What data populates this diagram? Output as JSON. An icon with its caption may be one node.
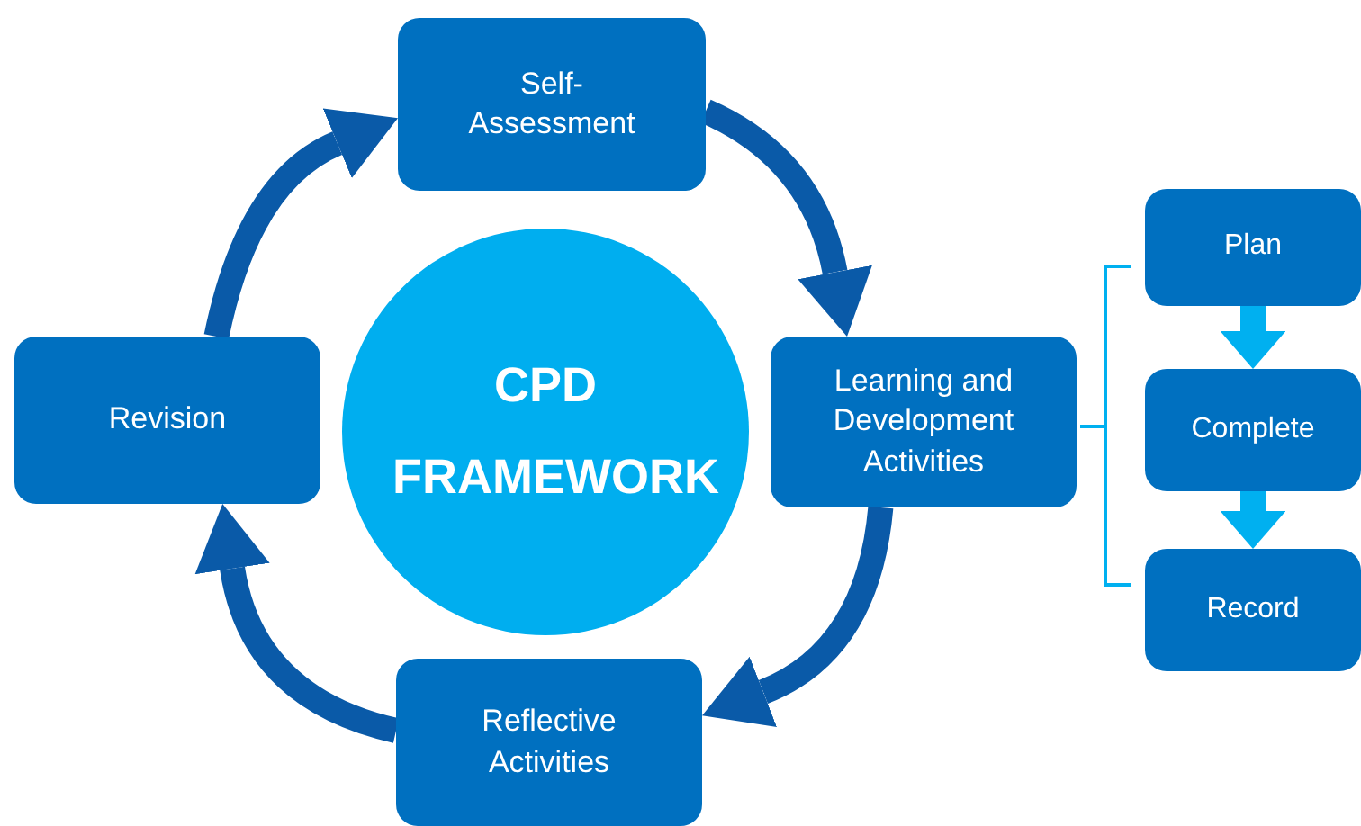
{
  "diagram": {
    "nodes": [
      {
        "text": [
          "CPD FRAMEWORK"
        ]
      },
      {
        "text": [
          "Self- Assessment"
        ]
      },
      {
        "text": [
          "Learning and Development Activities"
        ]
      },
      {
        "text": [
          "Reflective Activities"
        ]
      },
      {
        "text": [
          "Revision"
        ]
      },
      {
        "text": [
          "Plan"
        ]
      },
      {
        "text": [
          "Complete"
        ]
      },
      {
        "text": [
          "Record"
        ]
      }
    ],
    "edges": [
      {
        "from": 1,
        "to": 2,
        "arrow": "to"
      },
      {
        "from": 2,
        "to": 3,
        "arrow": "to"
      },
      {
        "from": 3,
        "to": 4,
        "arrow": "to"
      },
      {
        "from": 4,
        "to": 1,
        "arrow": "to"
      },
      {
        "from": 5,
        "to": 6,
        "arrow": "to",
        "color": "#00b0f0"
      },
      {
        "from": 6,
        "to": 7,
        "arrow": "to",
        "color": "#00b0f0"
      }
    ]
  }
}
